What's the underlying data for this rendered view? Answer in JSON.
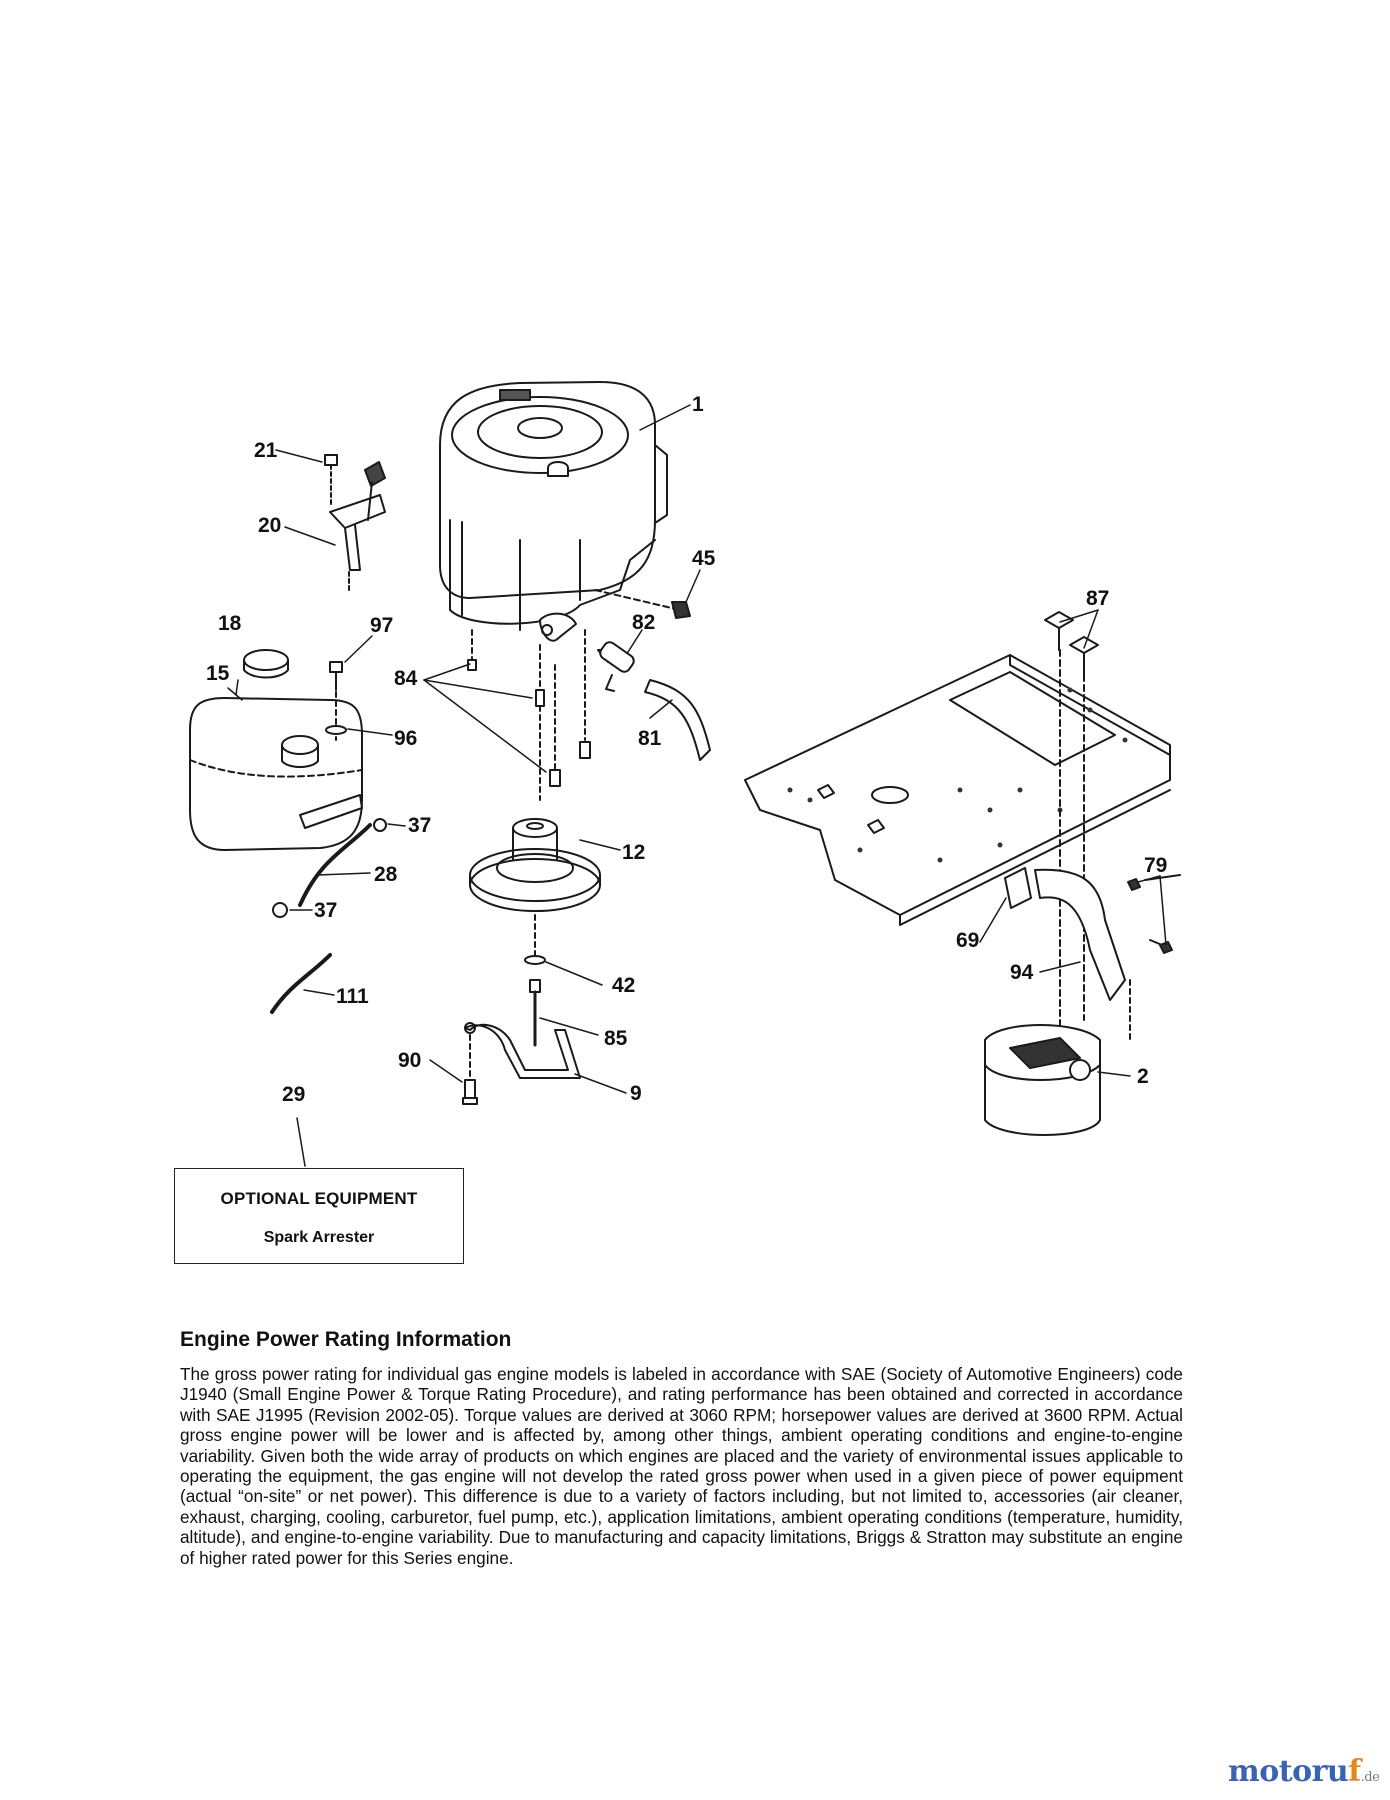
{
  "callouts": [
    {
      "id": "1",
      "label": "1"
    },
    {
      "id": "21",
      "label": "21"
    },
    {
      "id": "20",
      "label": "20"
    },
    {
      "id": "45",
      "label": "45"
    },
    {
      "id": "87",
      "label": "87"
    },
    {
      "id": "18",
      "label": "18"
    },
    {
      "id": "97",
      "label": "97"
    },
    {
      "id": "82",
      "label": "82"
    },
    {
      "id": "15",
      "label": "15"
    },
    {
      "id": "84",
      "label": "84"
    },
    {
      "id": "96",
      "label": "96"
    },
    {
      "id": "81",
      "label": "81"
    },
    {
      "id": "37a",
      "label": "37"
    },
    {
      "id": "12",
      "label": "12"
    },
    {
      "id": "28",
      "label": "28"
    },
    {
      "id": "37b",
      "label": "37"
    },
    {
      "id": "79",
      "label": "79"
    },
    {
      "id": "69",
      "label": "69"
    },
    {
      "id": "42",
      "label": "42"
    },
    {
      "id": "94",
      "label": "94"
    },
    {
      "id": "111",
      "label": "111"
    },
    {
      "id": "85",
      "label": "85"
    },
    {
      "id": "90",
      "label": "90"
    },
    {
      "id": "9",
      "label": "9"
    },
    {
      "id": "2",
      "label": "2"
    },
    {
      "id": "29",
      "label": "29"
    }
  ],
  "optional_equipment": {
    "title": "OPTIONAL EQUIPMENT",
    "item": "Spark Arrester"
  },
  "rating": {
    "heading": "Engine Power Rating Information",
    "body": "The gross power rating for individual gas engine models is labeled in accordance with SAE (Society of Automotive Engineers) code J1940 (Small Engine Power & Torque Rating Procedure), and rating performance has been obtained and corrected in accordance with SAE J1995 (Revision 2002-05). Torque values are derived at 3060 RPM; horsepower values are derived at 3600 RPM. Actual gross engine power will be lower and is affected by, among other things, ambient operating conditions and engine-to-engine variability. Given both the wide array of products on which engines are placed and the variety of environmental issues applicable to operating the equipment, the gas engine will not develop the rated gross power when used in a given piece of power equipment (actual “on-site” or net power). This difference is due to a variety of factors including, but not limited to, accessories (air cleaner, exhaust, charging, cooling, carburetor, fuel pump, etc.), application limitations, ambient operating conditions (temperature, humidity, altitude), and engine-to-engine variability. Due to manufacturing and capacity limitations, Briggs & Stratton may substitute an engine of higher rated power for this Series engine."
  },
  "watermark": {
    "brand_main": "motoru",
    "brand_accent": "f",
    "tld": ".de"
  }
}
